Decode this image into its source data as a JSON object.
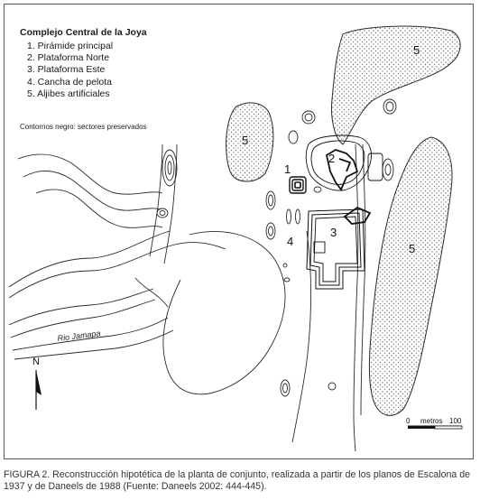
{
  "legend": {
    "title": "Complejo Central de la Joya",
    "items": [
      {
        "label": "1. Pirámide principal"
      },
      {
        "label": "2. Plataforma Norte"
      },
      {
        "label": "3. Plataforma Este"
      },
      {
        "label": "4. Cancha de pelota"
      },
      {
        "label": "5. Aljibes artificiales"
      }
    ],
    "note": "Contornos negro: sectores preservados"
  },
  "map_labels": {
    "n1": "1",
    "n2": "2",
    "n3": "3",
    "n4": "4",
    "n5_left": "5",
    "n5_top": "5",
    "n5_right": "5",
    "river": "Rio Jamapa",
    "north": "N"
  },
  "scale": {
    "start": "0",
    "unit": "metros",
    "end": "100"
  },
  "caption": "FIGURA 2. Reconstrucción hipotética de la planta de conjunto, realizada a partir de los planos de Escalona de 1937 y de Daneels de 1988 (Fuente: Daneels 2002: 444-445).",
  "colors": {
    "line": "#2a2a2a",
    "dense": "#111111",
    "stipple": "#777777"
  }
}
